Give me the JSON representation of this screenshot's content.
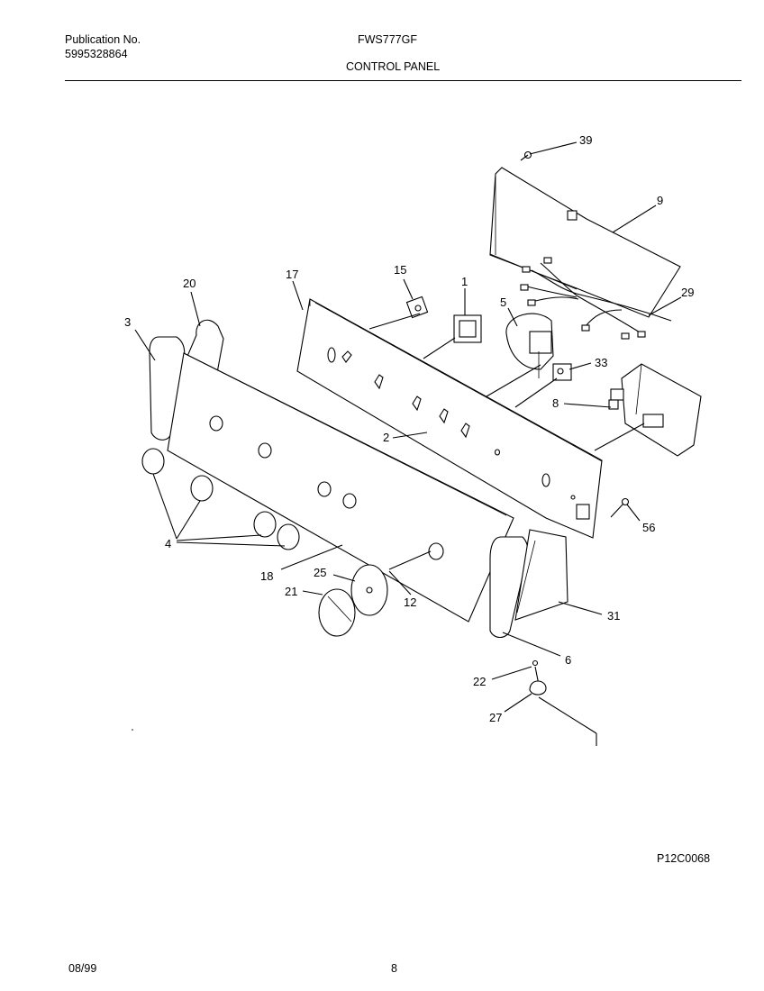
{
  "header": {
    "publication_label": "Publication No.",
    "publication_number": "5995328864",
    "model": "FWS777GF",
    "section": "CONTROL PANEL"
  },
  "callouts": {
    "c39": "39",
    "c9": "9",
    "c29": "29",
    "c17": "17",
    "c15": "15",
    "c1": "1",
    "c5": "5",
    "c20": "20",
    "c3": "3",
    "c33": "33",
    "c8": "8",
    "c2": "2",
    "c56": "56",
    "c4": "4",
    "c18": "18",
    "c25": "25",
    "c21": "21",
    "c12": "12",
    "c31": "31",
    "c6": "6",
    "c22": "22",
    "c27": "27"
  },
  "footer": {
    "drawing_code": "P12C0068",
    "date": "08/99",
    "page": "8"
  }
}
